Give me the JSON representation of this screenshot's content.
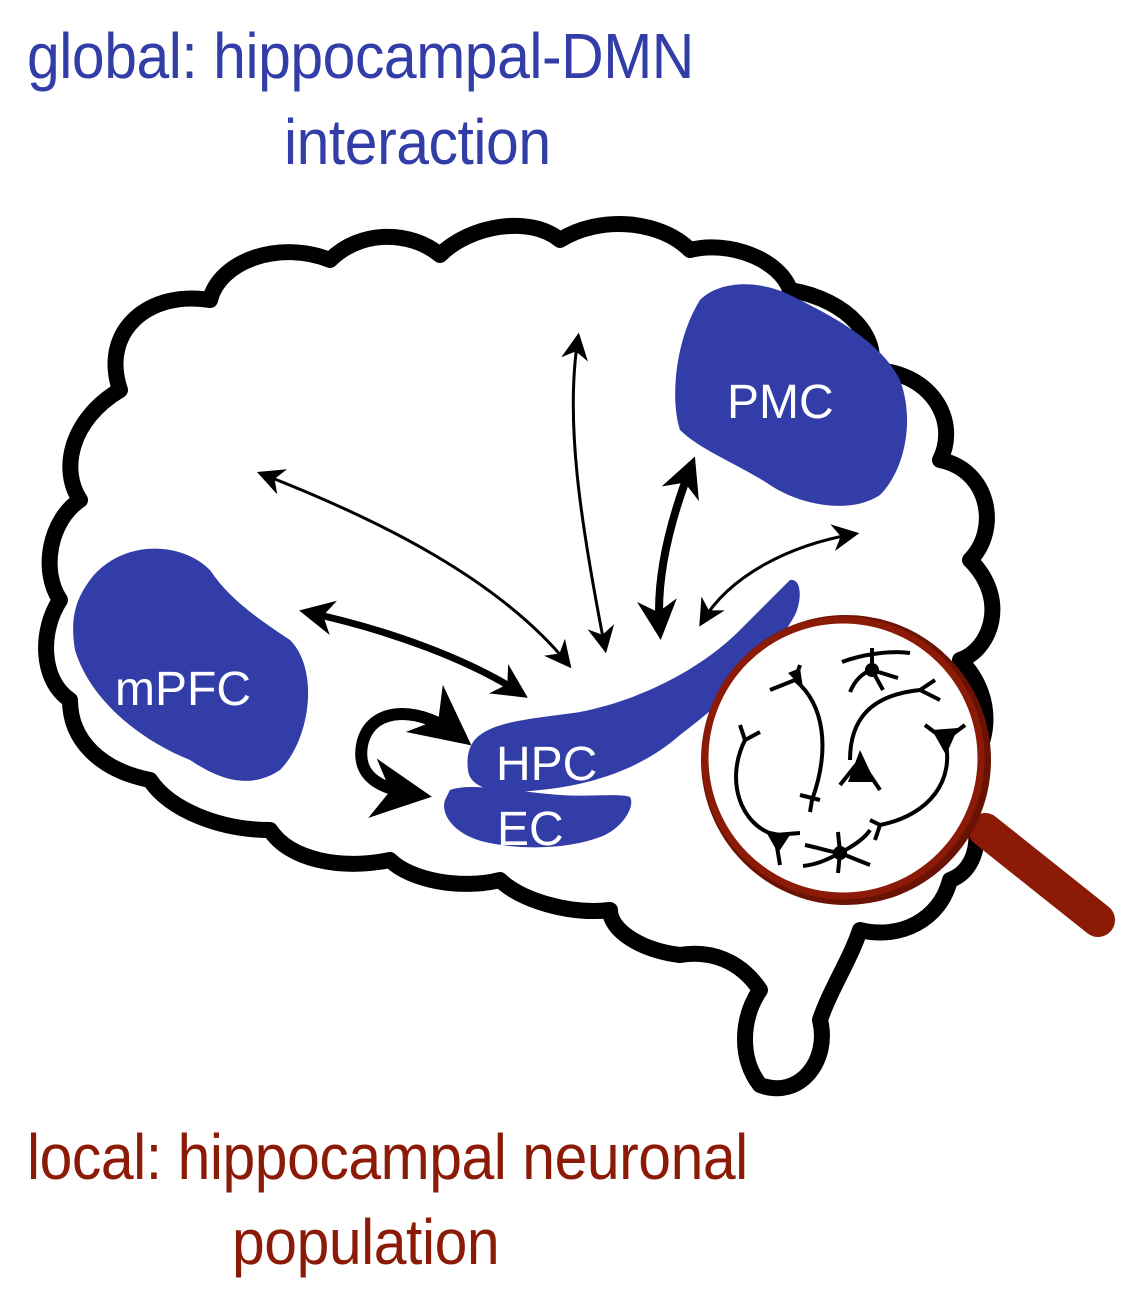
{
  "title_top": {
    "line1": "global: hippocampal-DMN",
    "line2": "interaction",
    "color": "#333DA8"
  },
  "title_bottom": {
    "line1": "local: hippocampal neuronal",
    "line2": "population",
    "color": "#8B1A06"
  },
  "regions": {
    "mpfc": "mPFC",
    "pmc": "PMC",
    "hpc": "HPC",
    "ec": "EC"
  },
  "colors": {
    "region_fill": "#333DA8",
    "brain_outline": "#000000",
    "magnifier": "#8B1A06",
    "arrows": "#000000"
  },
  "icons": {
    "brain": "brain-outline-icon",
    "magnifier": "magnifying-glass-icon",
    "neurons": "neuron-icon"
  }
}
